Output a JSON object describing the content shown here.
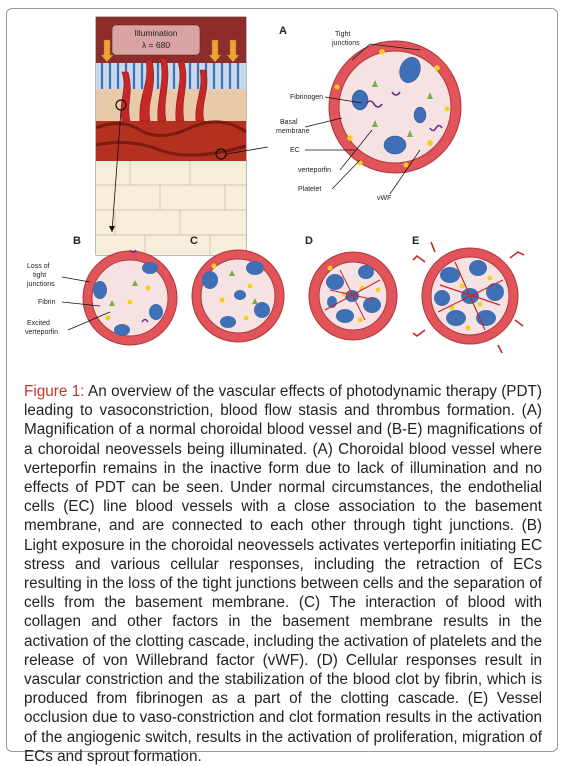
{
  "figure": {
    "illumination": {
      "line1": "Illumination",
      "line2": "λ = 680"
    },
    "panels": {
      "a": "A",
      "b": "B",
      "c": "C",
      "d": "D",
      "e": "E"
    },
    "labels_a": {
      "tight_line1": "Tight",
      "tight_line2": "junctions",
      "fibrinogen": "Fibrinogen",
      "basal_line1": "Basal",
      "basal_line2": "membrane",
      "ec": "EC",
      "verteporfin": "verteporfin",
      "platelet": "Platelet",
      "vwf": "vWF"
    },
    "labels_b": {
      "loss_line1": "Loss of",
      "loss_line2": "tight",
      "loss_line3": "junctions",
      "fibrin": "Fibrin",
      "excited_line1": "Excited",
      "excited_line2": "verteporfin"
    },
    "colors": {
      "vessel_wall": "#e0545a",
      "lumen": "#f6e2e2",
      "ec": "#3f6fb5",
      "platelet": "#f2d11e",
      "verteporfin": "#7ab04a",
      "fibrinogen": "#6b2d8a",
      "clot": "#c62828"
    }
  },
  "caption": {
    "label": "Figure 1:",
    "text": " An overview of the vascular effects of photodynamic therapy (PDT) leading to vasoconstriction, blood flow stasis and thrombus formation. (A) Magnification of a normal choroidal blood vessel and (B-E) magnifications of a choroidal neovessels being illuminated. (A) Choroidal blood vessel where verteporfin remains in the inactive form due to lack of illumination and no effects of PDT can be seen. Under normal circumstances, the endothelial cells (EC) line blood vessels with a close association to the basement membrane, and are connected to each other through tight junctions. (B) Light exposure in the choroidal neovessels activates verteporfin initiating EC stress and various cellular responses, including the retraction of ECs resulting in the loss of the tight junctions between cells and the separation of cells from the basement membrane. (C) The interaction of blood with collagen and other factors in the basement membrane results in the activation of the clotting cascade, including the activation of platelets and the release of von Willebrand factor (vWF). (D) Cellular responses result in vascular constriction and the stabilization of the blood clot by fibrin, which is produced from fibrinogen as a part of the clotting cascade. (E) Vessel occlusion due to vaso-constriction and clot formation results in the activation of the angiogenic switch, results in the activation of proliferation, migration of ECs and sprout formation."
  }
}
